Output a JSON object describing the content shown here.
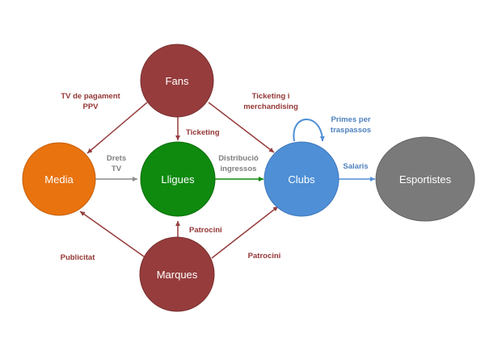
{
  "colors": {
    "red_node": "#963c3c",
    "orange_node": "#e8730f",
    "green_node": "#0f8a0f",
    "blue_node": "#4f8fd6",
    "gray_node": "#7a7a7a",
    "red_text": "#943634",
    "gray_text": "#7f7f7f",
    "blue_text": "#4f81bd"
  },
  "nodes": {
    "fans": "Fans",
    "media": "Media",
    "lligues": "Lligues",
    "clubs": "Clubs",
    "esportistes": "Esportistes",
    "marques": "Marques"
  },
  "edges": {
    "fans_media": [
      "TV de pagament",
      "PPV"
    ],
    "fans_lligues": "Ticketing",
    "fans_clubs": [
      "Ticketing i",
      "merchandising"
    ],
    "media_lligues": [
      "Drets",
      "TV"
    ],
    "lligues_clubs": [
      "Distribució",
      "ingressos"
    ],
    "clubs_self": [
      "Primes per",
      "traspassos"
    ],
    "clubs_esportistes": "Salaris",
    "marques_media": "Publicitat",
    "marques_lligues": "Patrocini",
    "marques_clubs": "Patrocini"
  }
}
